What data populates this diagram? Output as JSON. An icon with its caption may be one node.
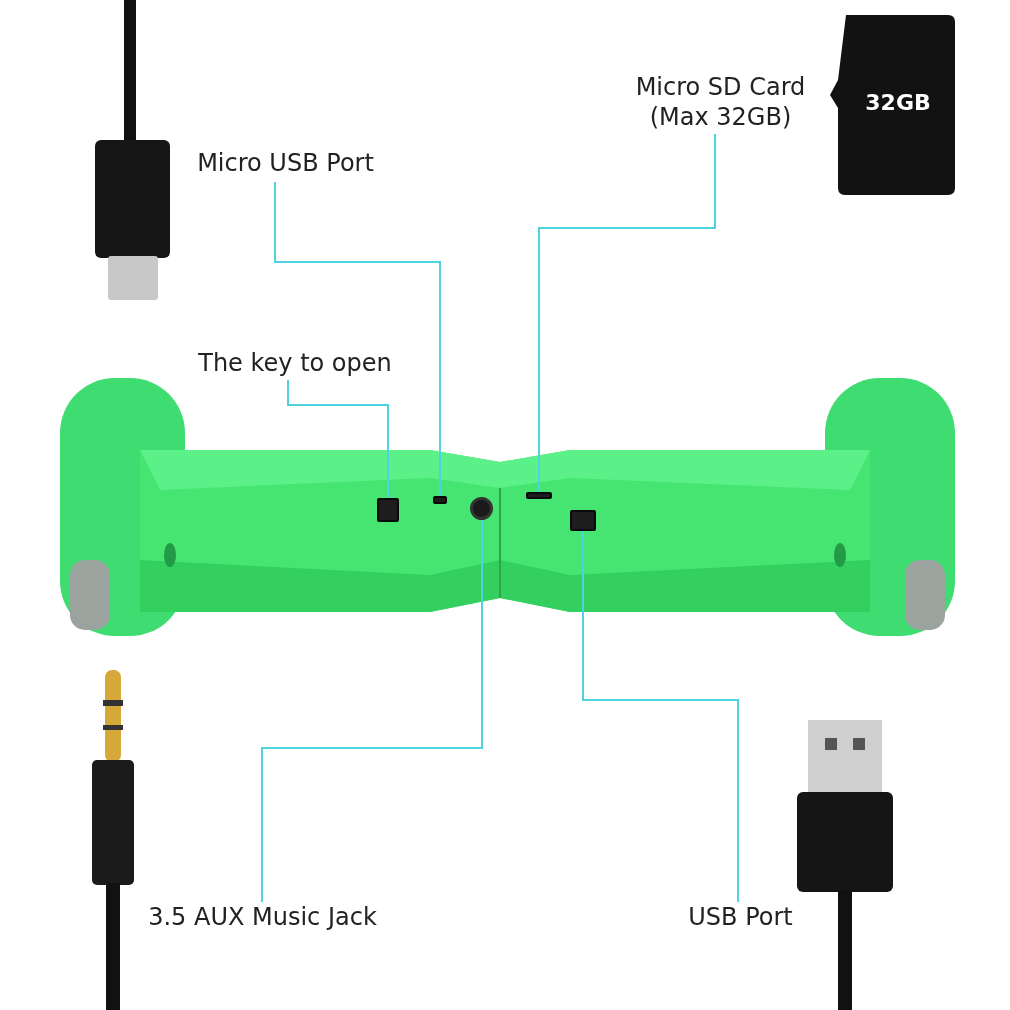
{
  "diagram": {
    "nodes": [
      {
        "text": [
          "Micro USB Port"
        ]
      },
      {
        "text": [],
        "shape": "box"
      },
      {
        "text": [
          "Micro SD Card (Max 32GB)"
        ]
      },
      {
        "text": [],
        "shape": "box"
      },
      {
        "text": [
          "The key to open"
        ]
      },
      {
        "text": [],
        "shape": "box"
      },
      {
        "text": [
          "3.5 AUX Music Jack"
        ]
      },
      {
        "text": [],
        "shape": "circle"
      },
      {
        "text": [
          "USB Port"
        ]
      },
      {
        "text": [],
        "shape": "box"
      }
    ],
    "edges": [
      {
        "from": 0,
        "to": 1,
        "arrow": "none"
      },
      {
        "from": 2,
        "to": 3,
        "arrow": "none"
      },
      {
        "from": 4,
        "to": 5,
        "arrow": "none"
      },
      {
        "from": 6,
        "to": 7,
        "arrow": "none"
      },
      {
        "from": 8,
        "to": 9,
        "arrow": "none"
      }
    ],
    "labels": [
      "32GB"
    ]
  }
}
